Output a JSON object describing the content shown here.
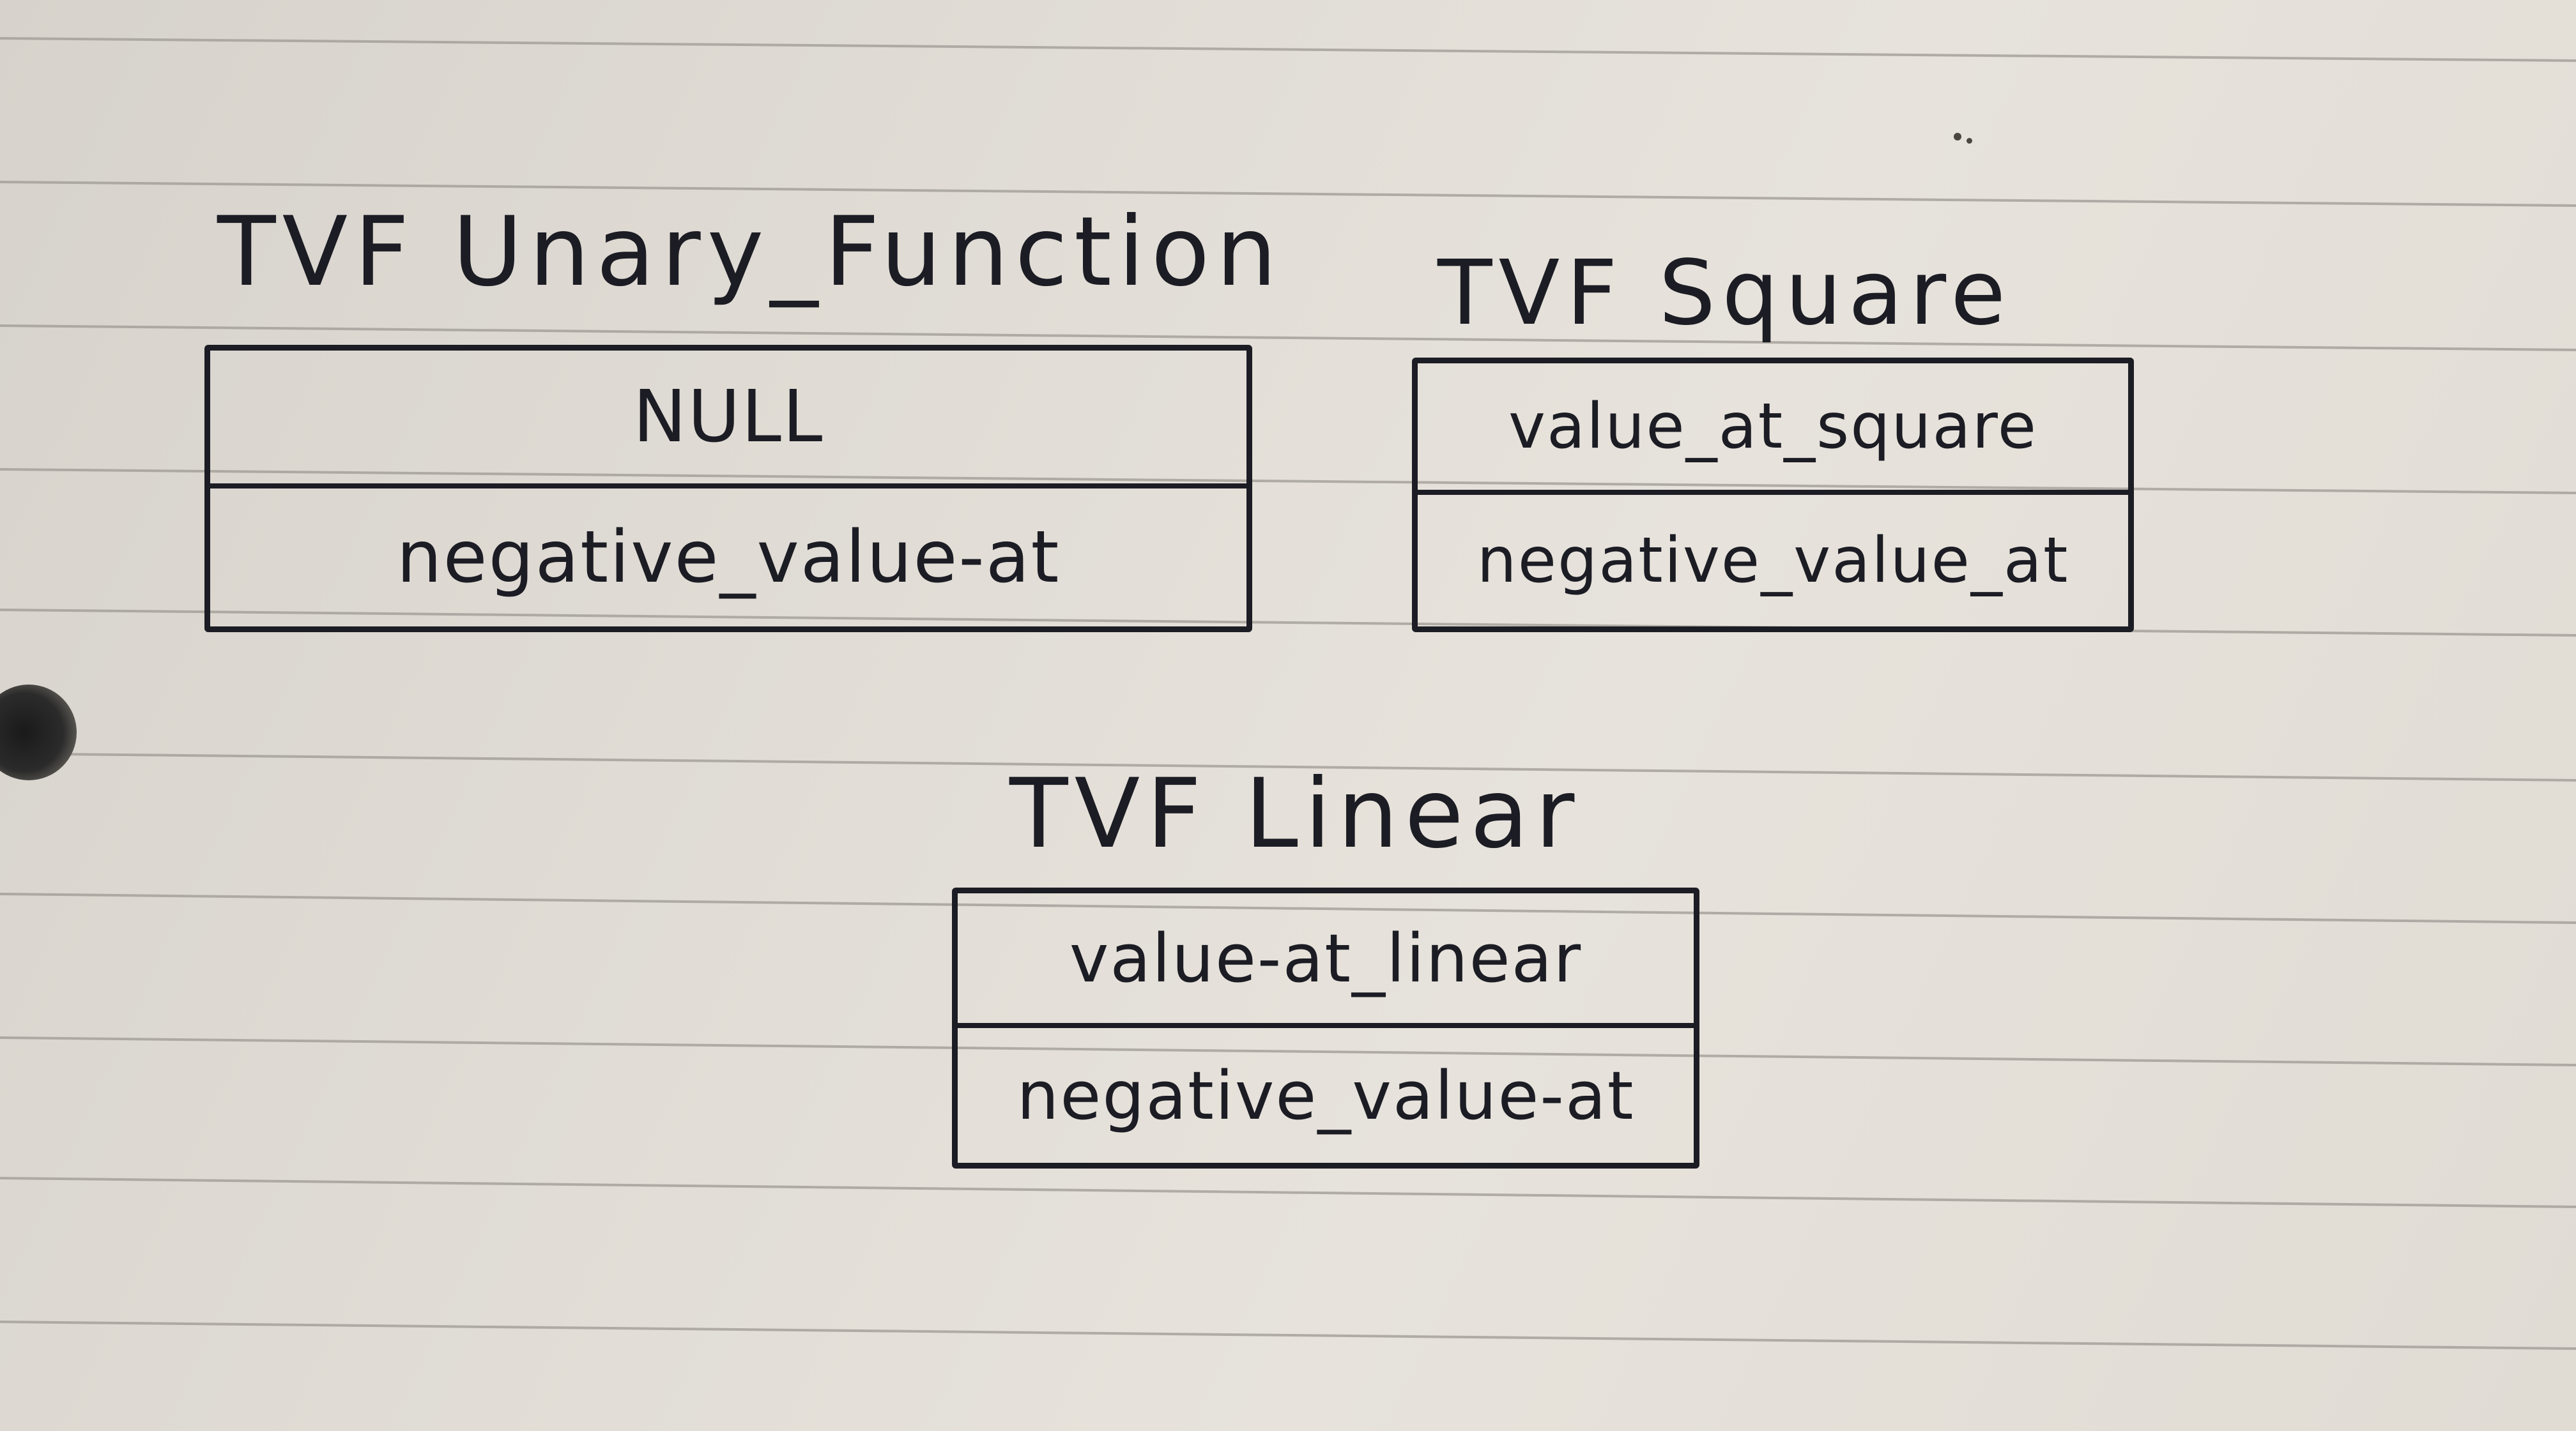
{
  "tables": [
    {
      "title": "TVF Unary_Function",
      "slots": [
        "NULL",
        "negative_value-at"
      ]
    },
    {
      "title": "TVF Square",
      "slots": [
        "value_at_square",
        "negative_value_at"
      ]
    },
    {
      "title": "TVF Linear",
      "slots": [
        "value-at_linear",
        "negative_value-at"
      ]
    }
  ]
}
